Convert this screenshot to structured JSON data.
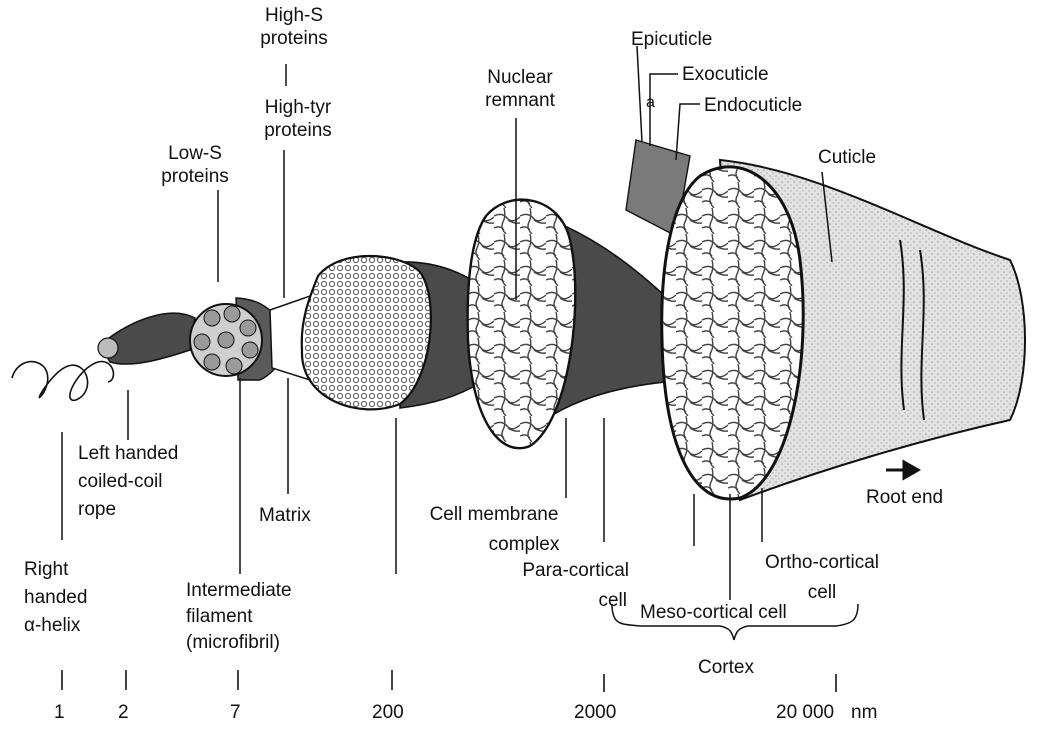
{
  "labels": {
    "high_s": [
      "High-S",
      "proteins"
    ],
    "high_tyr": [
      "High-tyr",
      "proteins"
    ],
    "low_s": [
      "Low-S",
      "proteins"
    ],
    "nuclear": [
      "Nuclear",
      "remnant"
    ],
    "epicuticle": "Epicuticle",
    "exocuticle": "Exocuticle",
    "a": "a",
    "endocuticle": "Endocuticle",
    "cuticle": "Cuticle",
    "root_end": "Root end",
    "left_handed": [
      "Left handed",
      "coiled-coil",
      "rope"
    ],
    "matrix": "Matrix",
    "cell_membrane": [
      "Cell membrane",
      "complex"
    ],
    "para_cortical": [
      "Para-cortical",
      "cell"
    ],
    "ortho_cortical": [
      "Ortho-cortical",
      "cell"
    ],
    "meso_cortical": "Meso-cortical cell",
    "cortex": "Cortex",
    "right_handed": [
      "Right",
      "handed",
      "α-helix"
    ],
    "intermediate": [
      "Intermediate",
      "filament",
      "(microfibril)"
    ]
  },
  "scale": {
    "ticks": [
      "1",
      "2",
      "7",
      "200",
      "2000",
      "20 000"
    ],
    "unit": "nm"
  },
  "colors": {
    "ink": "#111111",
    "dark_fill": "#4a4a4a",
    "mid_fill": "#8a8a8a",
    "light_fill": "#dedede",
    "paper": "#ffffff"
  }
}
